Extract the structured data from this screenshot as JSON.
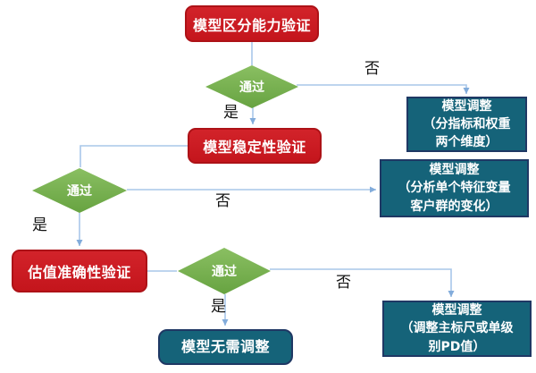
{
  "flowchart": {
    "nodes": {
      "discrimination": {
        "label": "模型区分能力验证"
      },
      "stability": {
        "label": "模型稳定性验证"
      },
      "accuracy": {
        "label": "估值准确性验证"
      },
      "decision1": {
        "label": "通过"
      },
      "decision2": {
        "label": "通过"
      },
      "decision3": {
        "label": "通过"
      },
      "adjust1": {
        "lines": [
          "模型调整",
          "（分指标和权重",
          "两个维度）"
        ]
      },
      "adjust2": {
        "lines": [
          "模型调整",
          "（分析单个特征变量",
          "客户群的变化）"
        ]
      },
      "adjust3": {
        "lines": [
          "模型调整",
          "（调整主标尺或单级",
          "别PD值）"
        ]
      },
      "no_adjust": {
        "label": "模型无需调整"
      }
    },
    "edge_labels": {
      "yes1": "是",
      "no1": "否",
      "yes2": "是",
      "no2": "否",
      "yes3": "是",
      "no3": "否"
    },
    "colors": {
      "process_red": "#c4151c",
      "process_red_border": "#ad1217",
      "decision_green": "#70ad47",
      "result_teal": "#156379",
      "result_teal_border": "#1f3864",
      "connector_blue": "#a8c7e9",
      "arrowhead_blue": "#82acdb",
      "label_black": "#141414"
    }
  }
}
